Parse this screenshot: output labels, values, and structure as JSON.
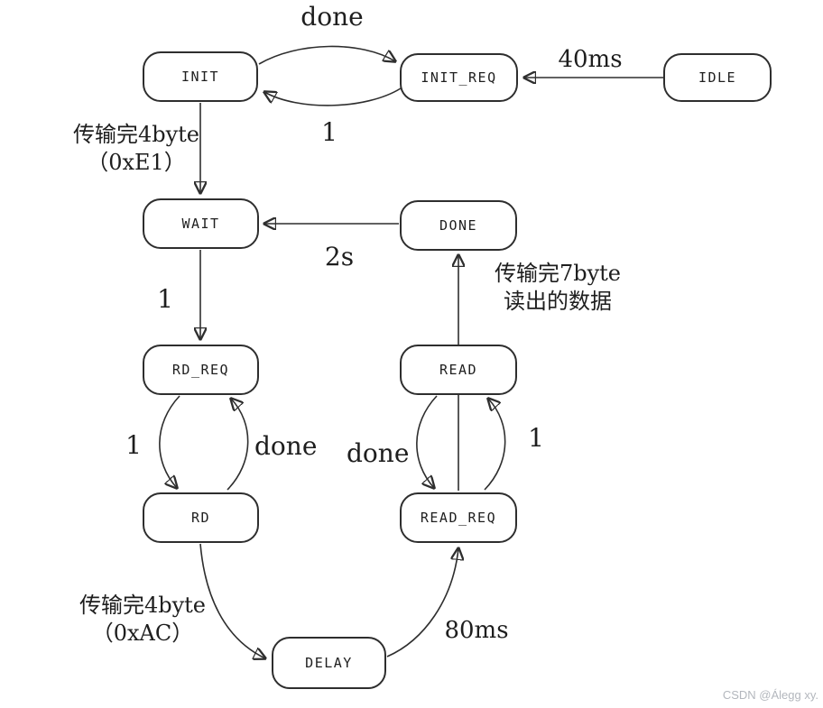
{
  "diagram": {
    "type": "state-machine",
    "states": [
      {
        "id": "init",
        "label": "INIT"
      },
      {
        "id": "init_req",
        "label": "INIT_REQ"
      },
      {
        "id": "idle",
        "label": "IDLE"
      },
      {
        "id": "wait",
        "label": "WAIT"
      },
      {
        "id": "done",
        "label": "DONE"
      },
      {
        "id": "rd_req",
        "label": "RD_REQ"
      },
      {
        "id": "read",
        "label": "READ"
      },
      {
        "id": "rd",
        "label": "RD"
      },
      {
        "id": "read_req",
        "label": "READ_REQ"
      },
      {
        "id": "delay",
        "label": "DELAY"
      }
    ],
    "transitions": [
      {
        "from": "INIT",
        "to": "INIT_REQ",
        "label": "done"
      },
      {
        "from": "INIT_REQ",
        "to": "INIT",
        "label": "1"
      },
      {
        "from": "IDLE",
        "to": "INIT_REQ",
        "label": "40ms"
      },
      {
        "from": "INIT",
        "to": "WAIT",
        "label_lines": [
          "传输完4byte",
          "（0xE1）"
        ]
      },
      {
        "from": "DONE",
        "to": "WAIT",
        "label": "2s"
      },
      {
        "from": "WAIT",
        "to": "RD_REQ",
        "label": "1"
      },
      {
        "from": "RD_REQ",
        "to": "RD",
        "label": "1"
      },
      {
        "from": "RD",
        "to": "RD_REQ",
        "label": "done"
      },
      {
        "from": "READ",
        "to": "DONE",
        "label_lines": [
          "传输完7byte",
          "读出的数据"
        ]
      },
      {
        "from": "READ",
        "to": "READ_REQ",
        "label": "done"
      },
      {
        "from": "READ_REQ",
        "to": "READ",
        "label": "1"
      },
      {
        "from": "RD",
        "to": "DELAY",
        "label_lines": [
          "传输完4byte",
          "（0xAC）"
        ]
      },
      {
        "from": "DELAY",
        "to": "READ_REQ",
        "label": "80ms"
      }
    ],
    "watermark": "CSDN @Álegg xy."
  },
  "colors": {
    "line": "#2e2e2e",
    "text": "#1e1e1e",
    "watermark": "#b3b7bd",
    "background": "#ffffff"
  }
}
